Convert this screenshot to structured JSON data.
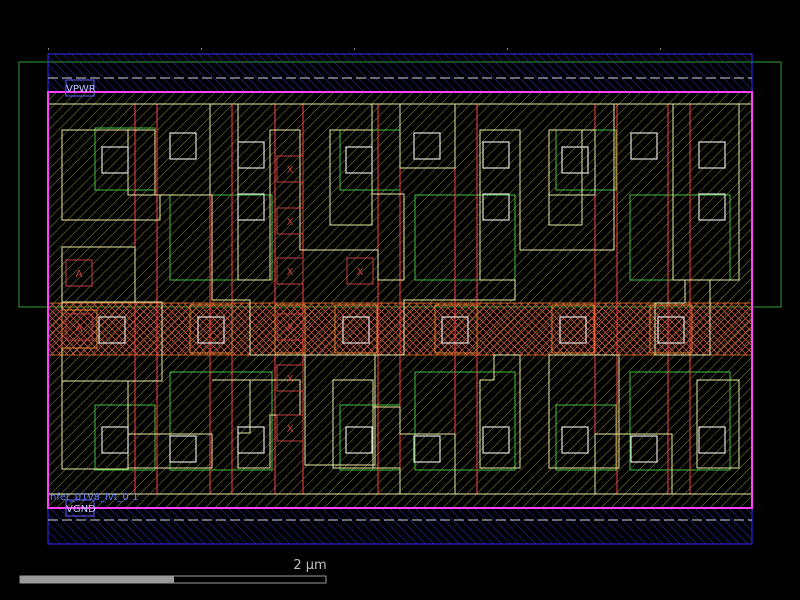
{
  "cell": {
    "power_label": "VPWR",
    "ground_label": "VGND",
    "ground_sublabel": "nfet_01v8_lvt_0 1",
    "pin_labels": [
      "A",
      "X",
      "X",
      "X",
      "X",
      "A",
      "X",
      "X",
      "X"
    ]
  },
  "scale_bar": {
    "label": "2 µm"
  },
  "colors": {
    "background": "#000000",
    "metal1": "#4040ff",
    "locali": "#e8e8a0",
    "poly": "#ff4040",
    "diffusion": "#40c040",
    "nwell_outline": "#30a030",
    "cell_boundary": "#ff40ff",
    "poly_fill": "#d06030"
  }
}
